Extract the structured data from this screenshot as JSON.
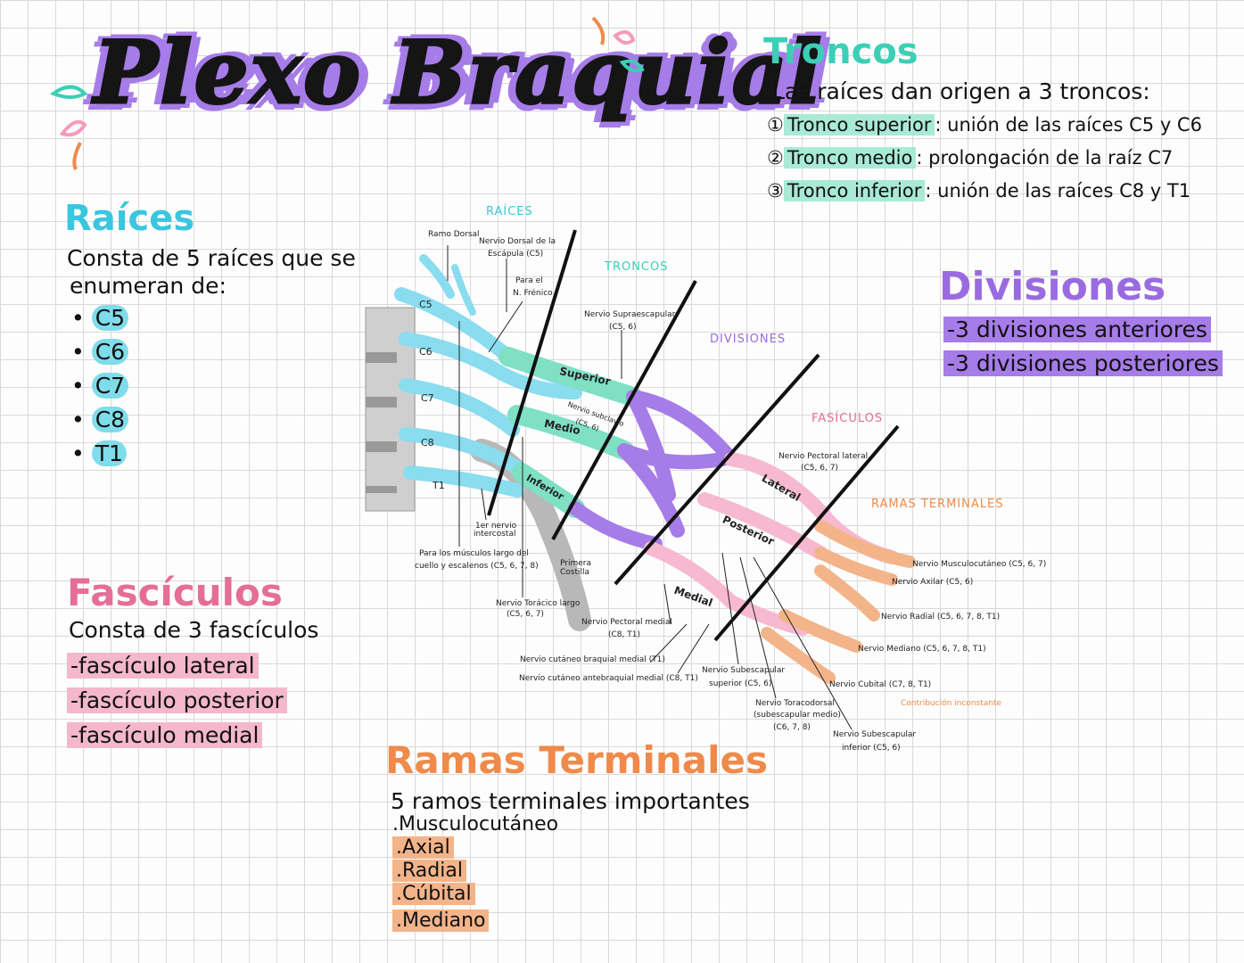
{
  "title": "Plexo Braquial",
  "raices": {
    "heading": "Raíces",
    "text_line1": "Consta de 5 raíces que se",
    "text_line2": "enumeran de:",
    "items": [
      "C5",
      "C6",
      "C7",
      "C8",
      "T1"
    ]
  },
  "fasciculos": {
    "heading": "Fascículos",
    "text": "Consta de 3 fascículos",
    "items": [
      "-fascículo lateral",
      "-fascículo posterior",
      "-fascículo medial"
    ]
  },
  "troncos": {
    "heading": "Troncos",
    "text": "Las raíces dan origen a 3 troncos:",
    "items": [
      {
        "num": "①",
        "name": "Tronco superior",
        "desc": ": unión de las raíces C5 y C6"
      },
      {
        "num": "②",
        "name": "Tronco medio",
        "desc": ": prolongación de la raíz C7"
      },
      {
        "num": "③",
        "name": "Tronco inferior",
        "desc": ": unión de las raíces C8 y T1"
      }
    ]
  },
  "divisiones": {
    "heading": "Divisiones",
    "items": [
      "-3 divisiones anteriores",
      "-3 divisiones posteriores"
    ]
  },
  "ramas": {
    "heading": "Ramas Terminales",
    "text": "5 ramos terminales importantes",
    "items": [
      ".Musculocutáneo",
      ".Axial",
      ".Radial",
      ".Cúbital",
      ".Mediano"
    ]
  },
  "diagram": {
    "section_raices": "RAÍCES",
    "section_troncos": "TRONCOS",
    "section_divisiones": "DIVISIONES",
    "section_fasciculos": "FASÍCULOS",
    "section_ramas": "RAMAS TERMINALES",
    "root_labels": [
      "C5",
      "C6",
      "C7",
      "C8",
      "T1"
    ],
    "trunk_superior": "Superior",
    "trunk_medio": "Medio",
    "trunk_inferior": "Inferior",
    "cord_lateral": "Lateral",
    "cord_posterior": "Posterior",
    "cord_medial": "Medial",
    "rib": "Primera Costilla",
    "labels": {
      "ramo_dorsal": "Ramo Dorsal",
      "dorsal_escapula_1": "Nervio Dorsal de la",
      "dorsal_escapula_2": "Escápula (C5)",
      "frenico_1": "Para el",
      "frenico_2": "N. Frénico",
      "supraescapular_1": "Nervio Supraescapular",
      "supraescapular_2": "(C5, 6)",
      "subclavio_1": "Nervio subclavio",
      "subclavio_2": "(C5, 6)",
      "intercostal_1": "1er nervio",
      "intercostal_2": "intercostal",
      "musculos_1": "Para los músculos largo del",
      "musculos_2": "cuello y escalenos (C5, 6, 7, 8)",
      "toracico_1": "Nervio Torácico largo",
      "toracico_2": "(C5, 6, 7)",
      "pectoral_lat_1": "Nervio Pectoral lateral",
      "pectoral_lat_2": "(C5, 6, 7)",
      "pectoral_med_1": "Nervio Pectoral medial",
      "pectoral_med_2": "(C8, T1)",
      "cutaneo_braquial": "Nervio cutáneo braquial medial (T1)",
      "cutaneo_antebraquial": "Nervio cutáneo antebraquial medial (C8, T1)",
      "subescapular_sup_1": "Nervio Subescapular",
      "subescapular_sup_2": "superior (C5, 6)",
      "toracodorsal_1": "Nervio Toracodorsal",
      "toracodorsal_2": "(subescapular medio)",
      "toracodorsal_3": "(C6, 7, 8)",
      "subescapular_inf_1": "Nervio Subescapular",
      "subescapular_inf_2": "inferior (C5, 6)",
      "musculocutaneo": "Nervio Musculocutáneo (C5, 6, 7)",
      "axilar": "Nervio Axilar (C5, 6)",
      "radial": "Nervio Radial (C5, 6, 7, 8, T1)",
      "mediano": "Nervio Mediano (C5, 6, 7, 8, T1)",
      "cubital": "Nervio Cubital (C7, 8, T1)",
      "contribucion": "Contribución inconstante"
    }
  },
  "colors": {
    "cyan": "#7fdcea",
    "teal": "#47cfae",
    "purple": "#a67ce8",
    "pink": "#f5b7cc",
    "orange": "#f3b48a",
    "raices_heading": "#39c6e0",
    "troncos_heading": "#3ccfb5",
    "divisiones_heading": "#9a6be0",
    "fasciculos_heading": "#e46e98",
    "ramas_heading": "#ef8a4a"
  }
}
